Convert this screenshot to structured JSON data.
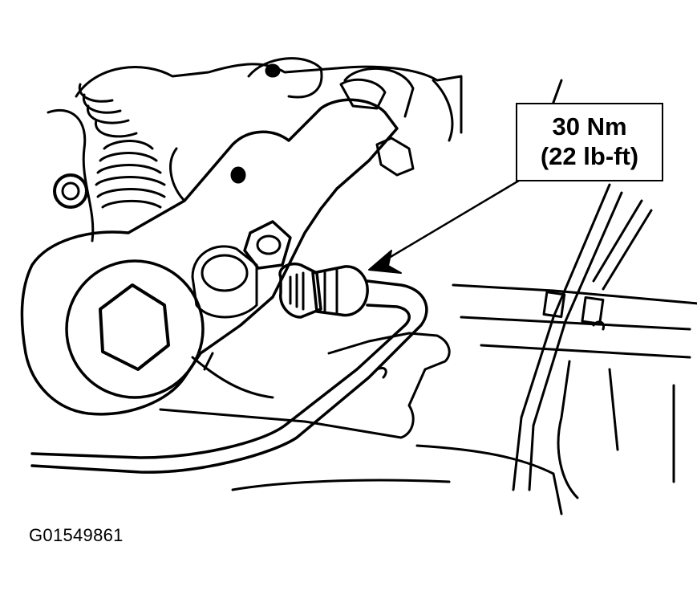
{
  "callout": {
    "metric": "30 Nm",
    "imperial": "(22 lb-ft)"
  },
  "figure_id": "G01549861",
  "colors": {
    "line": "#000000",
    "background": "#ffffff"
  }
}
